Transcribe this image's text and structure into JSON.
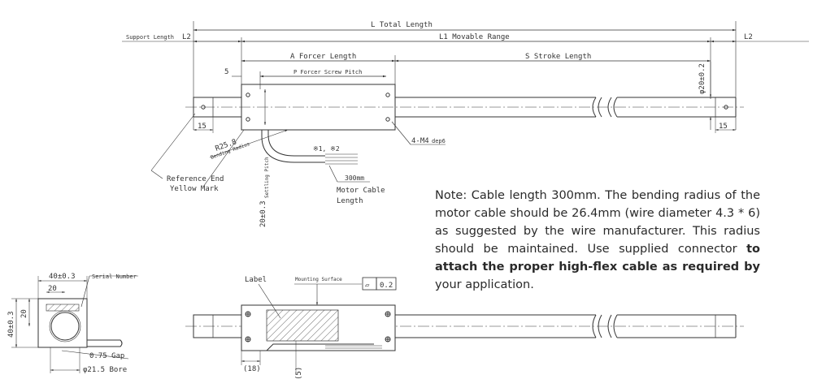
{
  "top_view": {
    "total_length": "L Total Length",
    "support_length": "Support Length",
    "l2_left": "L2",
    "l2_right": "L2",
    "movable_range": "L1 Movable Range",
    "forcer_length": "A Forcer Length",
    "stroke_length": "S Stroke Length",
    "forcer_screw_pitch": "P Forcer Screw Pitch",
    "dim_5": "5",
    "dim_15_left": "15",
    "dim_15_right": "15",
    "diameter": "φ20±0.2",
    "screw_spec": "4-M4",
    "screw_depth": "dep6",
    "bend_radius_value": "R25.8",
    "bend_radius_label": "Bending Radius",
    "cable_marks": "※1, ※2",
    "settling_value": "20±0.3",
    "settling_label": "Settling Pitch",
    "cable_len_value": "300mm",
    "cable_len_label1": "Motor Cable",
    "cable_len_label2": "Length",
    "ref_line1": "Reference End",
    "ref_line2": "Yellow Mark"
  },
  "note": {
    "normal": "Note: Cable length 300mm. The bending radius of the motor cable should be 26.4mm (wire diameter 4.3 * 6) as suggested by the wire manufacturer. This radius should be maintained. Use supplied connector",
    "bold": "to attach the proper high-flex cable as required by",
    "end": "your application."
  },
  "end_view": {
    "width": "40±0.3",
    "half_width": "20",
    "height": "40±0.3",
    "half_height": "20",
    "serial_number": "Serial Number",
    "gap": "0.75 Gap",
    "bore": "φ21.5 Bore"
  },
  "side_view": {
    "label": "Label",
    "mounting_surface": "Mounting Surface",
    "flatness_symbol": "▱",
    "flatness_value": "0.2",
    "dim_18": "(18)",
    "dim_5": "(5)"
  }
}
